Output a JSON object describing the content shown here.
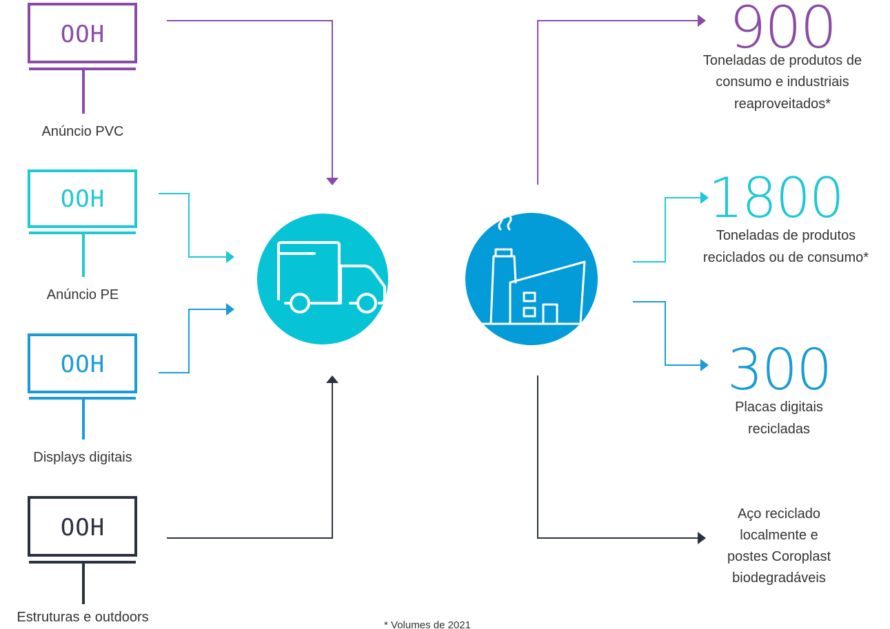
{
  "sources": [
    {
      "sign_text": "OOH",
      "label": "Anúncio PVC",
      "color": "#8a4ba8"
    },
    {
      "sign_text": "OOH",
      "label": "Anúncio PE",
      "color": "#1ec8d6"
    },
    {
      "sign_text": "OOH",
      "label": "Displays digitais",
      "color": "#1a9bd6"
    },
    {
      "sign_text": "OOH",
      "label": "Estruturas e outdoors",
      "color": "#2b3140"
    }
  ],
  "hubs": [
    {
      "icon": "delivery-truck-icon",
      "color": "#06c4d6"
    },
    {
      "icon": "recycling-factory-icon",
      "color": "#039bd8"
    }
  ],
  "outcomes": [
    {
      "value": "900",
      "lines": [
        "Toneladas de produtos de",
        "consumo e industriais",
        "reaproveitados*"
      ],
      "color": "#8a4ba8"
    },
    {
      "value": "1800",
      "lines": [
        "Toneladas de produtos",
        "reciclados ou de consumo*"
      ],
      "color": "#1ec8d6"
    },
    {
      "value": "300",
      "lines": [
        "Placas digitais",
        "recicladas"
      ],
      "color": "#1a9bd6"
    },
    {
      "value": "",
      "lines": [
        "Aço reciclado",
        "localmente e",
        "postes Coroplast",
        "biodegradáveis"
      ],
      "color": "#2b3140"
    }
  ],
  "footnote": "* Volumes de 2021"
}
